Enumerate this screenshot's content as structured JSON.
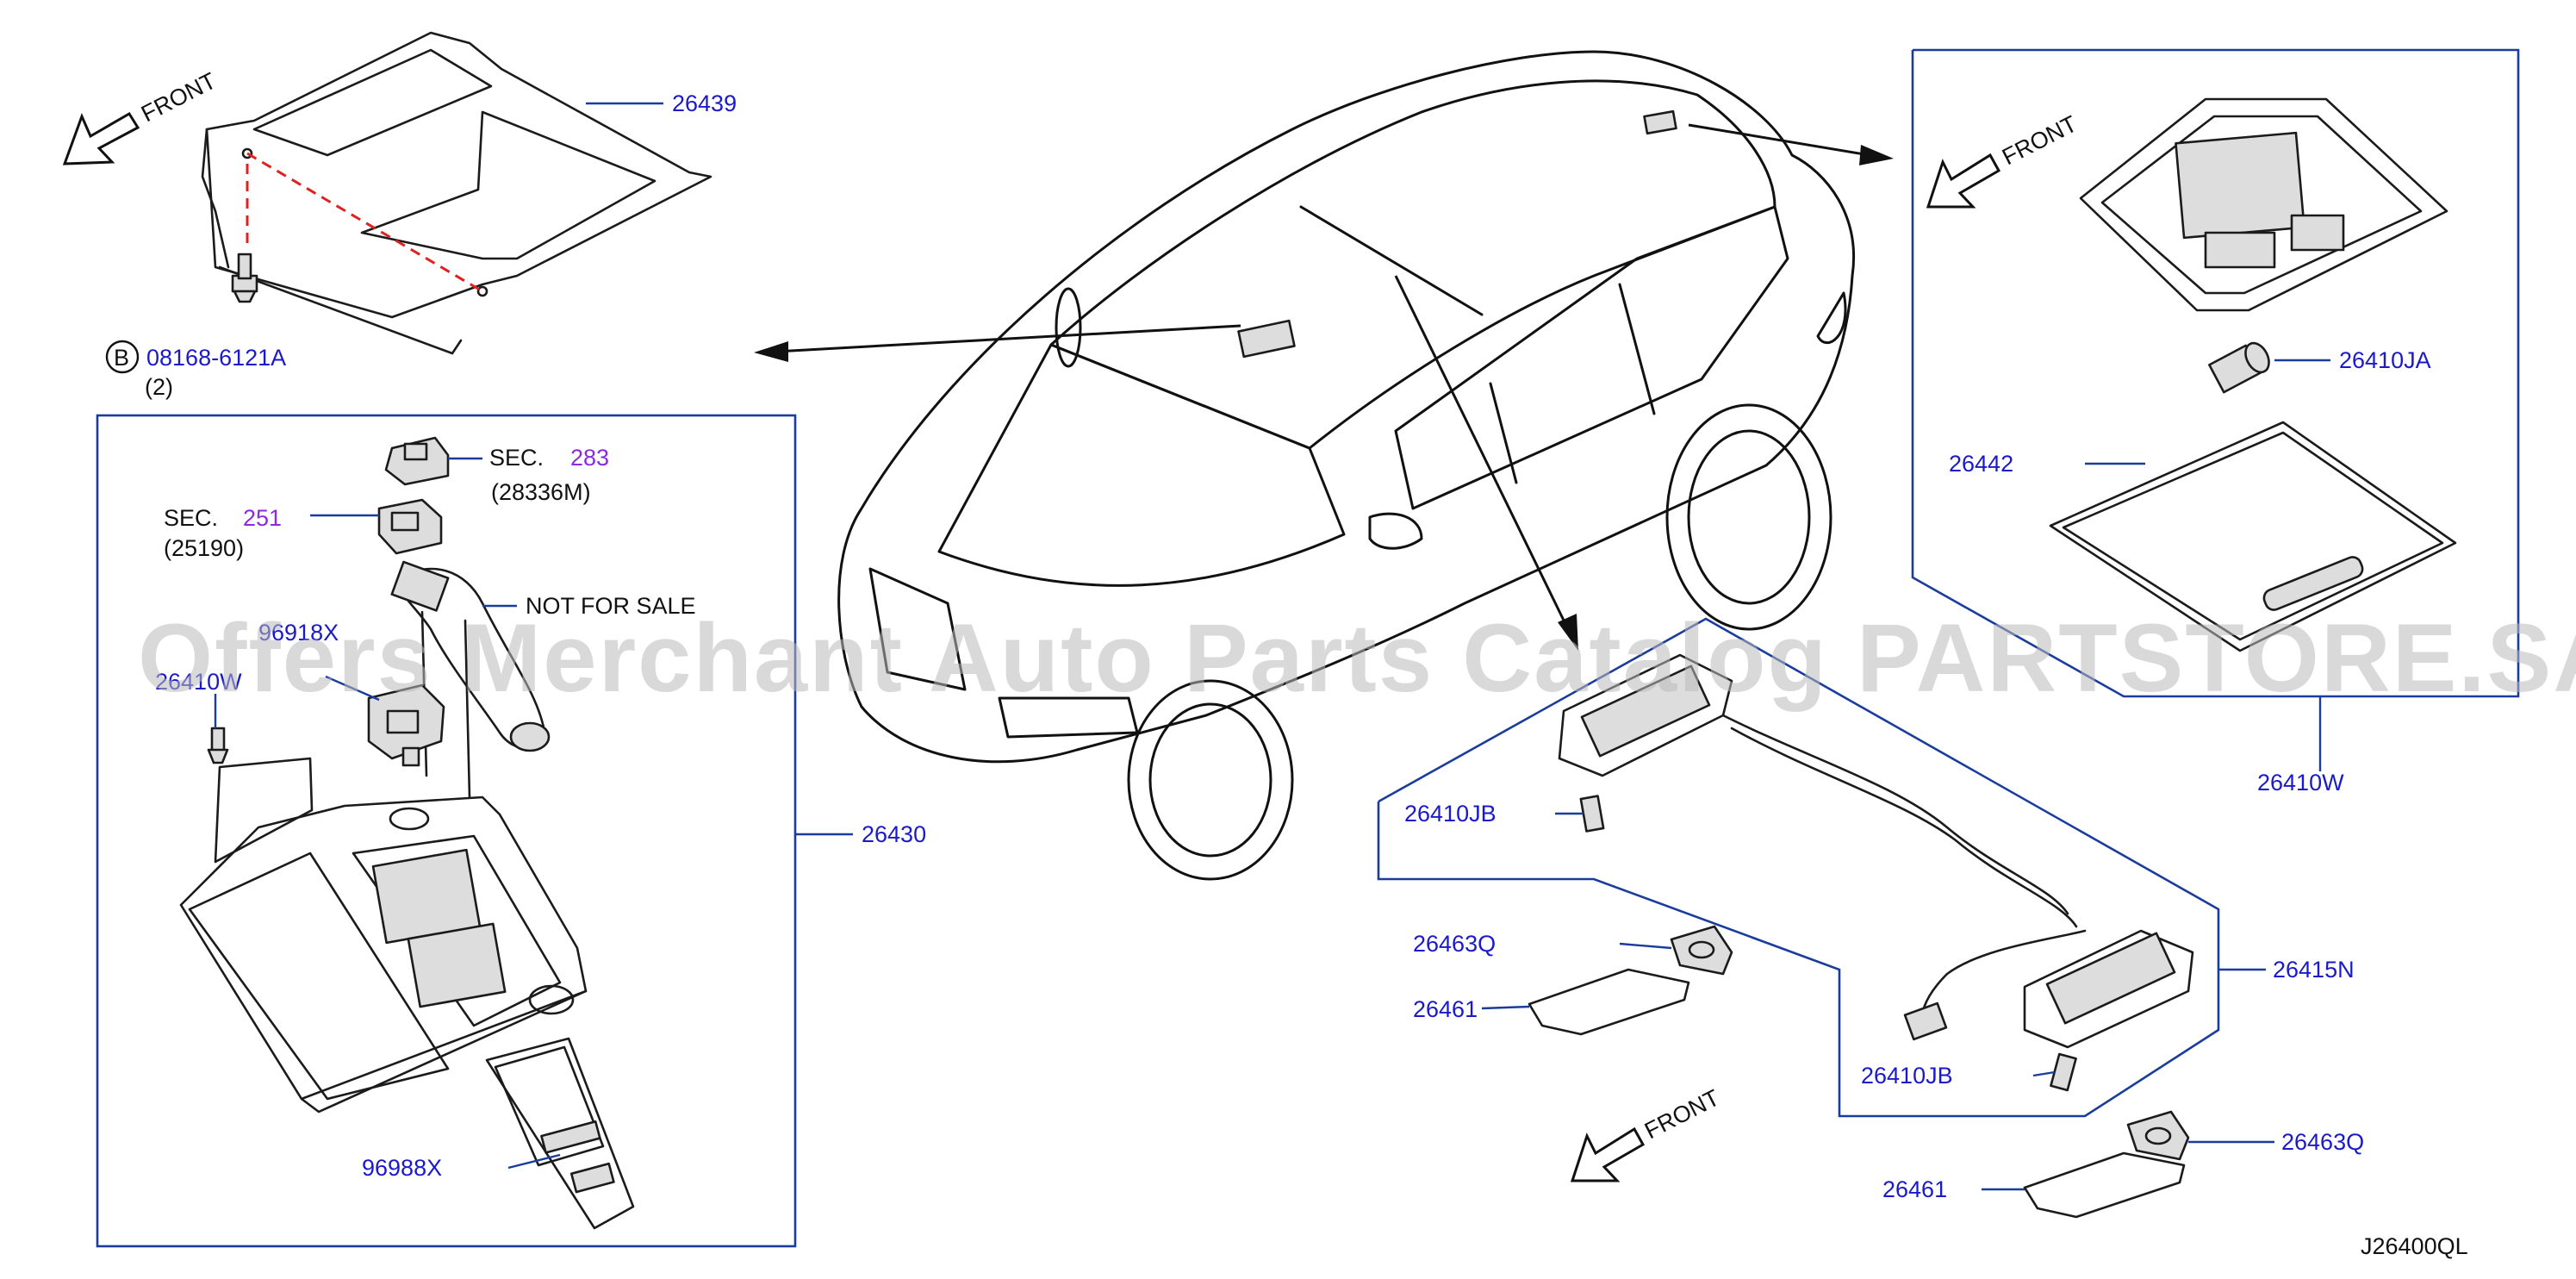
{
  "diagram_id": "J26400QL",
  "watermark": "Offers Merchant Auto Parts Catalog PARTSTORE.SA",
  "front_labels": [
    "FRONT",
    "FRONT",
    "FRONT"
  ],
  "bolt": {
    "marker": "B",
    "part": "08168-6121A",
    "qty": "(2)"
  },
  "parts": {
    "p26439": "26439",
    "p26430": "26430",
    "p96918X": "96918X",
    "p26410W_left": "26410W",
    "p96988X": "96988X",
    "p26410JA": "26410JA",
    "p26442": "26442",
    "p26410W_right": "26410W",
    "p26410JB_a": "26410JB",
    "p26410JB_b": "26410JB",
    "p26463Q_a": "26463Q",
    "p26463Q_b": "26463Q",
    "p26461_a": "26461",
    "p26461_b": "26461",
    "p26415N": "26415N"
  },
  "sections": {
    "sec283": {
      "prefix": "SEC.",
      "num": "283",
      "ref": "(28336M)"
    },
    "sec251": {
      "prefix": "SEC.",
      "num": "251",
      "ref": "(25190)"
    }
  },
  "not_for_sale": "NOT  FOR  SALE",
  "colors": {
    "part_number": "#1a1acc",
    "section_number": "#8a2be2",
    "leader": "#1a3c9c"
  }
}
